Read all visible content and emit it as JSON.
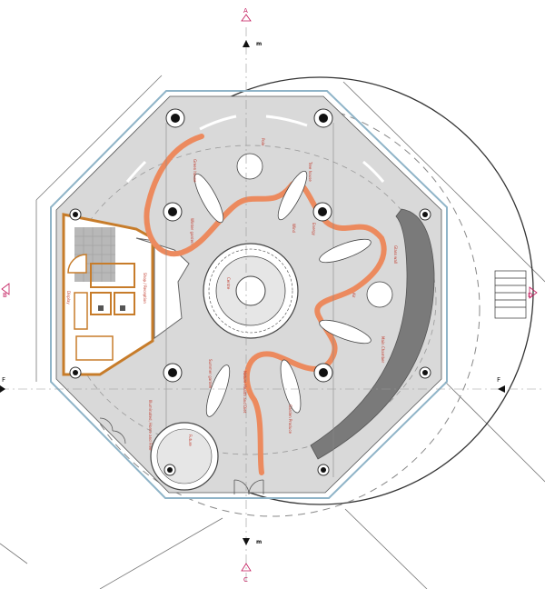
{
  "section_marks": {
    "top_letter": "A",
    "bottom_letter": "C",
    "left_letter": "B",
    "right_letter": "D",
    "left_section": "F",
    "right_section": "F",
    "top_m": "m",
    "bottom_m": "m"
  },
  "room_labels": {
    "display": "Display",
    "shop": "Shop / Reception",
    "winter_garden": "Winter garden",
    "centre": "Centre",
    "summer_garden": "Summer garden",
    "illuminated": "Illuminated, Home and Free",
    "future": "Future",
    "air": "Air",
    "glass_wall": "Glass wall",
    "green_house": "Green house",
    "pole": "Pole",
    "tree_house": "Tree house",
    "energy": "Energy",
    "wind": "Wind",
    "main_chamber": "Main Chamber",
    "garden_produce": "Garden Produce",
    "nature_health": "Nature Health and Diet"
  },
  "colors": {
    "floor": "#d9d9d9",
    "path": "#ec8a5e",
    "wall_accent": "#c77c2a",
    "dark_band": "#7a7a7a",
    "glass": "#8fb4c8",
    "marker": "#c2185b"
  }
}
